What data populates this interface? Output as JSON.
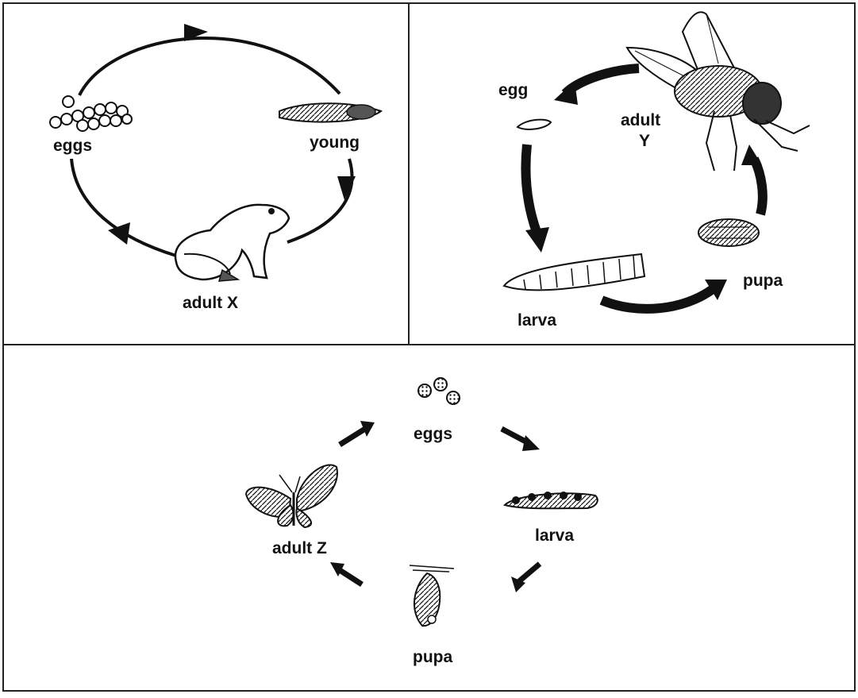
{
  "panels": {
    "frog": {
      "stages": {
        "eggs": "eggs",
        "young": "young",
        "adult": "adult X"
      },
      "icons": [
        "frog-eggs-icon",
        "tadpole-icon",
        "frog-icon"
      ]
    },
    "fly": {
      "stages": {
        "egg": "egg",
        "adult_line1": "adult",
        "adult_line2": "Y",
        "larva": "larva",
        "pupa": "pupa"
      },
      "icons": [
        "fly-egg-icon",
        "housefly-icon",
        "maggot-icon",
        "fly-pupa-icon"
      ]
    },
    "butterfly": {
      "stages": {
        "eggs": "eggs",
        "larva": "larva",
        "pupa": "pupa",
        "adult": "adult Z"
      },
      "icons": [
        "butterfly-eggs-icon",
        "caterpillar-icon",
        "chrysalis-icon",
        "butterfly-icon"
      ]
    }
  },
  "colors": {
    "ink": "#111111",
    "background": "#ffffff",
    "border": "#222222"
  }
}
